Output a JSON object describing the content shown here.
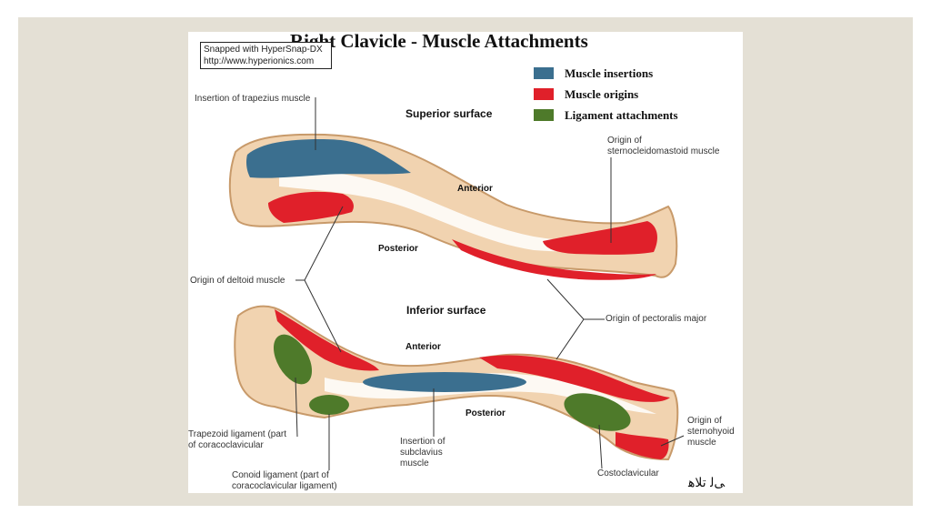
{
  "title": "Right Clavicle - Muscle Attachments",
  "watermark": {
    "line1": "Snapped with HyperSnap-DX",
    "line2": "http://www.hyperionics.com"
  },
  "legend": [
    {
      "label": "Muscle insertions",
      "color": "#3b6f8f"
    },
    {
      "label": "Muscle origins",
      "color": "#e0202a"
    },
    {
      "label": "Ligament attachments",
      "color": "#4e7a2a"
    }
  ],
  "colors": {
    "bone": "#f1d3b0",
    "bone_edge": "#c89a6a",
    "bone_light": "#ffffff",
    "frame": "#e4e0d5"
  },
  "sections": {
    "superior": "Superior surface",
    "inferior": "Inferior surface"
  },
  "orientation": {
    "superior_anterior": "Anterior",
    "superior_posterior": "Posterior",
    "inferior_anterior": "Anterior",
    "inferior_posterior": "Posterior"
  },
  "labels": {
    "trapezius": "Insertion of trapezius muscle",
    "scm_1": "Origin of",
    "scm_2": "sternocleidomastoid muscle",
    "deltoid": "Origin of deltoid muscle",
    "pectoralis": "Origin of pectoralis major",
    "trapezoid_1": "Trapezoid ligament (part",
    "trapezoid_2": "of coracoclavicular",
    "subclavius_1": "Insertion of",
    "subclavius_2": "subclavius",
    "subclavius_3": "muscle",
    "sternohyoid_1": "Origin of",
    "sternohyoid_2": "sternohyoid",
    "sternohyoid_3": "muscle",
    "conoid_1": "Conoid ligament (part of",
    "conoid_2": "coracoclavicular ligament)",
    "costoclavicular": "Costoclavicular"
  },
  "signature": "ﻰﻟ ﺗﻼﻫ"
}
